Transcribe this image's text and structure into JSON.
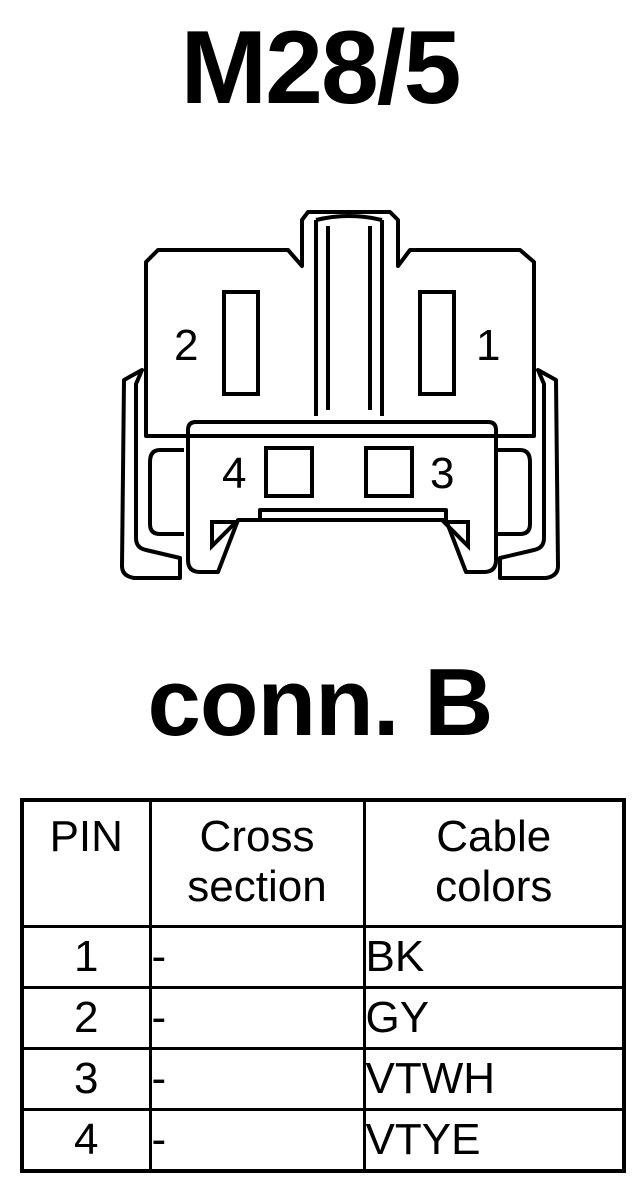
{
  "title": "M28/5",
  "connector": {
    "pins": [
      {
        "label": "1"
      },
      {
        "label": "2"
      },
      {
        "label": "3"
      },
      {
        "label": "4"
      }
    ]
  },
  "subtitle": "conn. B",
  "table": {
    "headers": {
      "pin": "PIN",
      "cross_line1": "Cross",
      "cross_line2": "section",
      "color_line1": "Cable",
      "color_line2": "colors"
    },
    "rows": [
      {
        "pin": "1",
        "cross": "-",
        "color": "BK"
      },
      {
        "pin": "2",
        "cross": "-",
        "color": "GY"
      },
      {
        "pin": "3",
        "cross": "-",
        "color": "VTWH"
      },
      {
        "pin": "4",
        "cross": "-",
        "color": "VTYE"
      }
    ]
  }
}
